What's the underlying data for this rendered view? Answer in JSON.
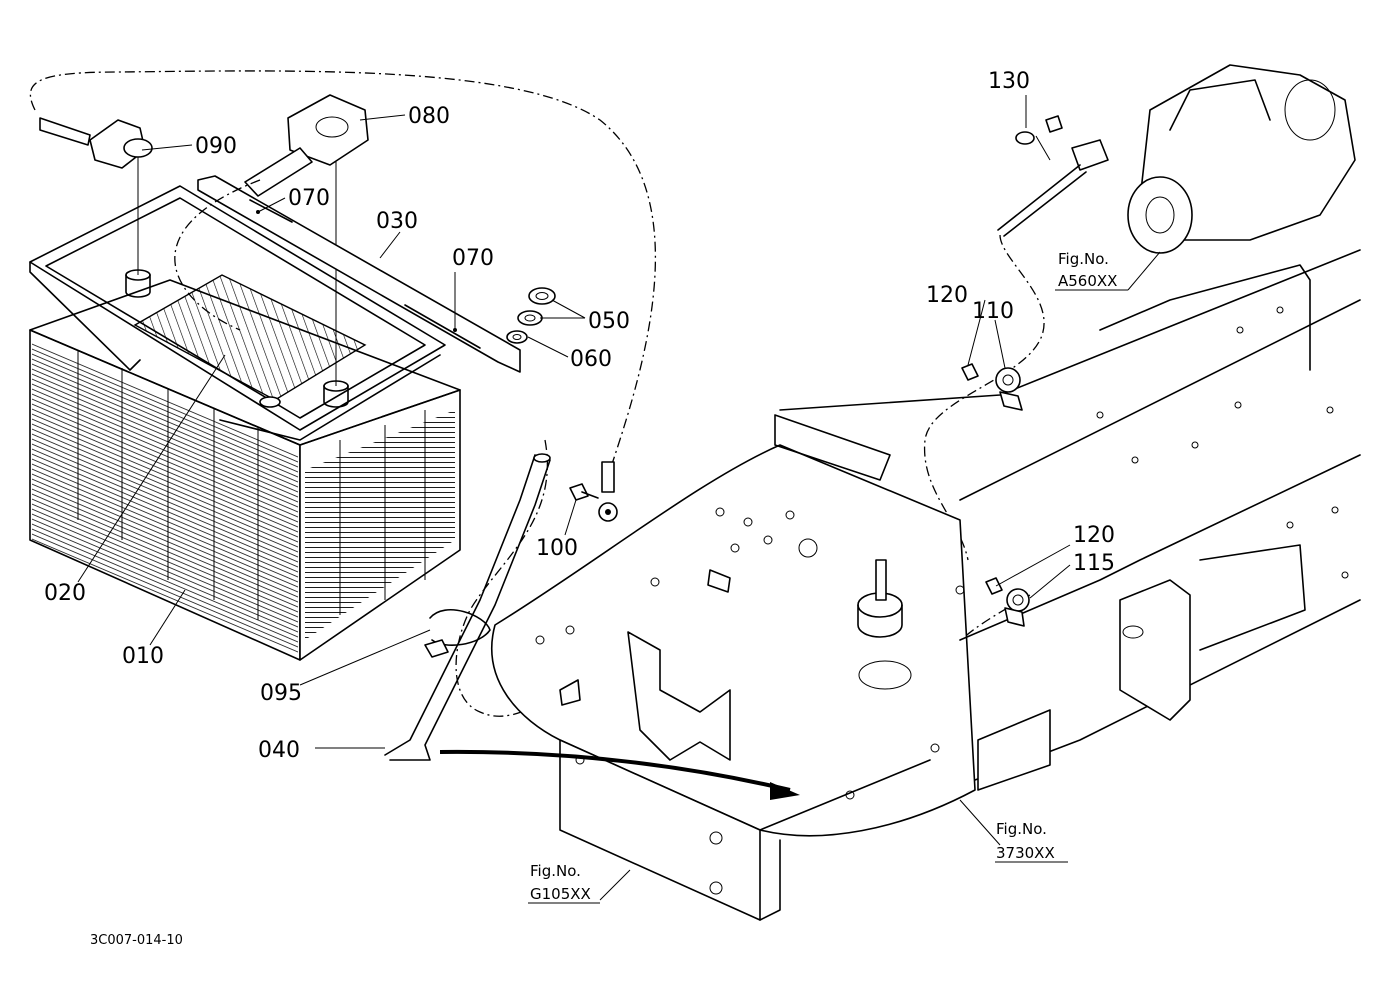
{
  "diagram": {
    "part_labels": {
      "p010": "010",
      "p020": "020",
      "p030": "030",
      "p040": "040",
      "p050": "050",
      "p060": "060",
      "p070a": "070",
      "p070b": "070",
      "p080": "080",
      "p090": "090",
      "p095": "095",
      "p100": "100",
      "p110": "110",
      "p115": "115",
      "p120a": "120",
      "p120b": "120",
      "p130": "130"
    },
    "figure_refs": {
      "starter": {
        "title": "Fig.No.",
        "number": "A560XX"
      },
      "floor": {
        "title": "Fig.No.",
        "number": "3730XX"
      },
      "frame": {
        "title": "Fig.No.",
        "number": "G105XX"
      }
    },
    "drawing_code": "3C007-014-10"
  }
}
